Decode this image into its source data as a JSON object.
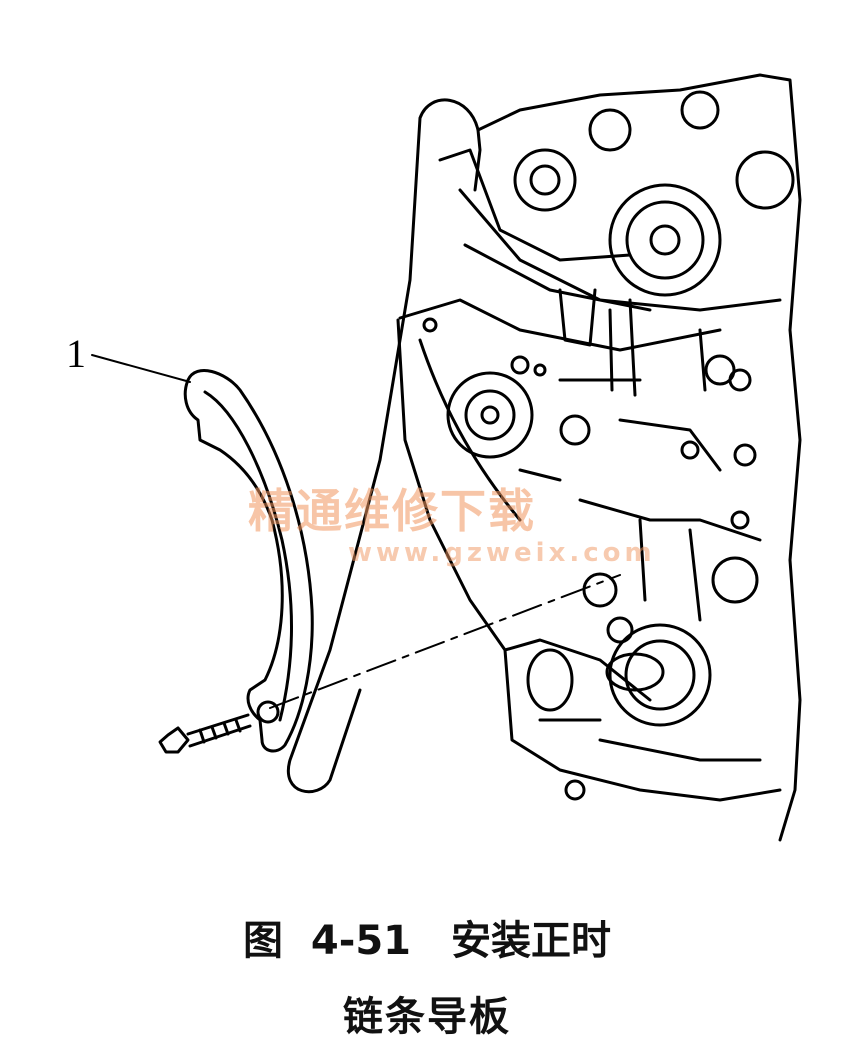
{
  "callout": {
    "number": "1"
  },
  "watermark": {
    "text_cn": "精通维修下载",
    "url": "www.gzweix.com"
  },
  "caption": {
    "line1": "图 4-51　安装正时",
    "line2": "链条导板"
  }
}
